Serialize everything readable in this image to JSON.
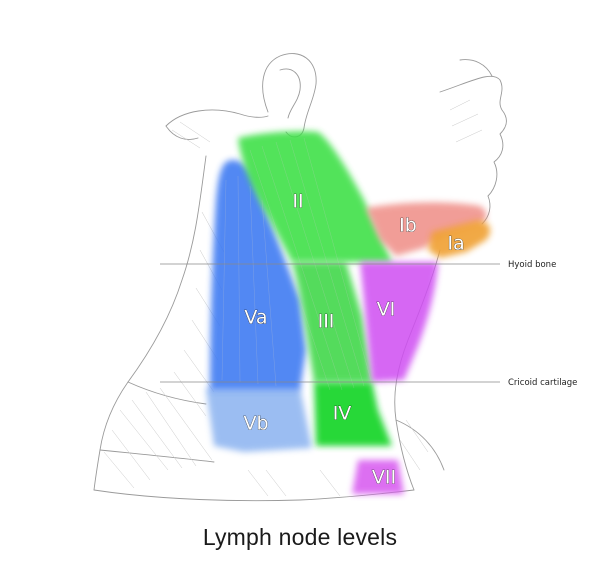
{
  "diagram": {
    "caption": "Lymph node levels",
    "levels": {
      "ia": {
        "label": "Ia",
        "color": "#f0a030"
      },
      "ib": {
        "label": "Ib",
        "color": "#ef8d86"
      },
      "ii": {
        "label": "II",
        "color": "#3fe04a"
      },
      "iii": {
        "label": "III",
        "color": "#42d84c"
      },
      "iv": {
        "label": "IV",
        "color": "#1fd62e"
      },
      "va": {
        "label": "Va",
        "color": "#3b78f2"
      },
      "vb": {
        "label": "Vb",
        "color": "#7aa8ee"
      },
      "vi": {
        "label": "VI",
        "color": "#cf4ef2"
      },
      "vii": {
        "label": "VII",
        "color": "#d85cf0"
      }
    },
    "landmarks": {
      "hyoid": {
        "label": "Hyoid bone"
      },
      "cricoid": {
        "label": "Cricoid cartilage"
      }
    }
  }
}
